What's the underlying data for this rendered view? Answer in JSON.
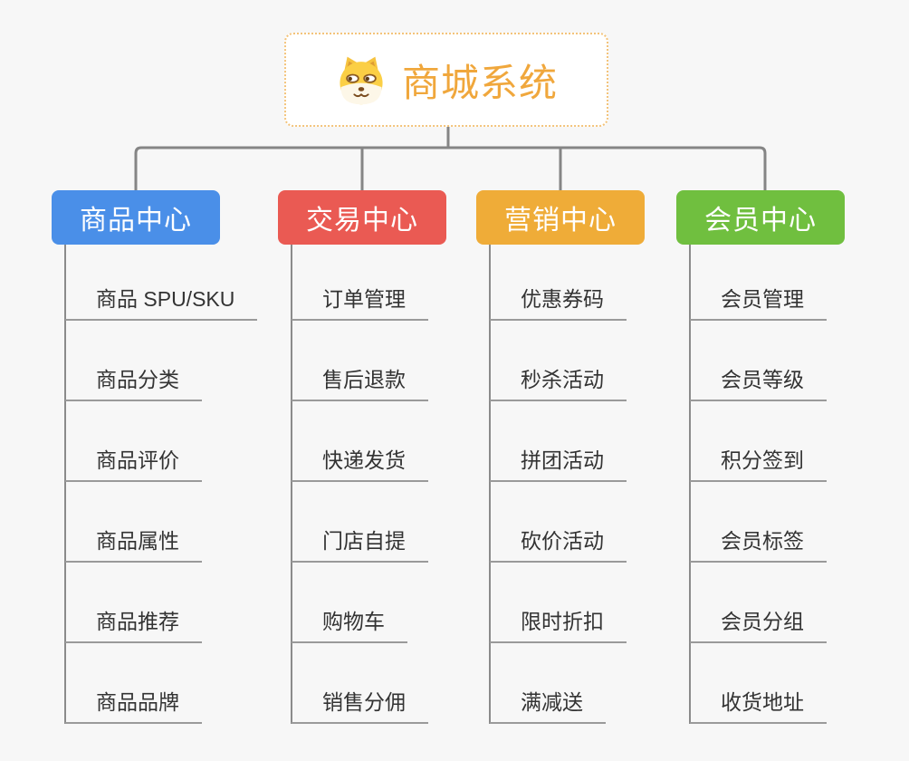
{
  "root": {
    "title": "商城系统",
    "icon": "doge-icon",
    "title_color": "#f0a73c",
    "border_color": "#f3c37a"
  },
  "connector_color": "#858585",
  "branches": [
    {
      "label": "商品中心",
      "color": "#4a8fe8",
      "items": [
        "商品 SPU/SKU",
        "商品分类",
        "商品评价",
        "商品属性",
        "商品推荐",
        "商品品牌"
      ]
    },
    {
      "label": "交易中心",
      "color": "#ea5a53",
      "items": [
        "订单管理",
        "售后退款",
        "快递发货",
        "门店自提",
        "购物车",
        "销售分佣"
      ]
    },
    {
      "label": "营销中心",
      "color": "#efac38",
      "items": [
        "优惠券码",
        "秒杀活动",
        "拼团活动",
        "砍价活动",
        "限时折扣",
        "满减送"
      ]
    },
    {
      "label": "会员中心",
      "color": "#70bf3f",
      "items": [
        "会员管理",
        "会员等级",
        "积分签到",
        "会员标签",
        "会员分组",
        "收货地址"
      ]
    }
  ]
}
